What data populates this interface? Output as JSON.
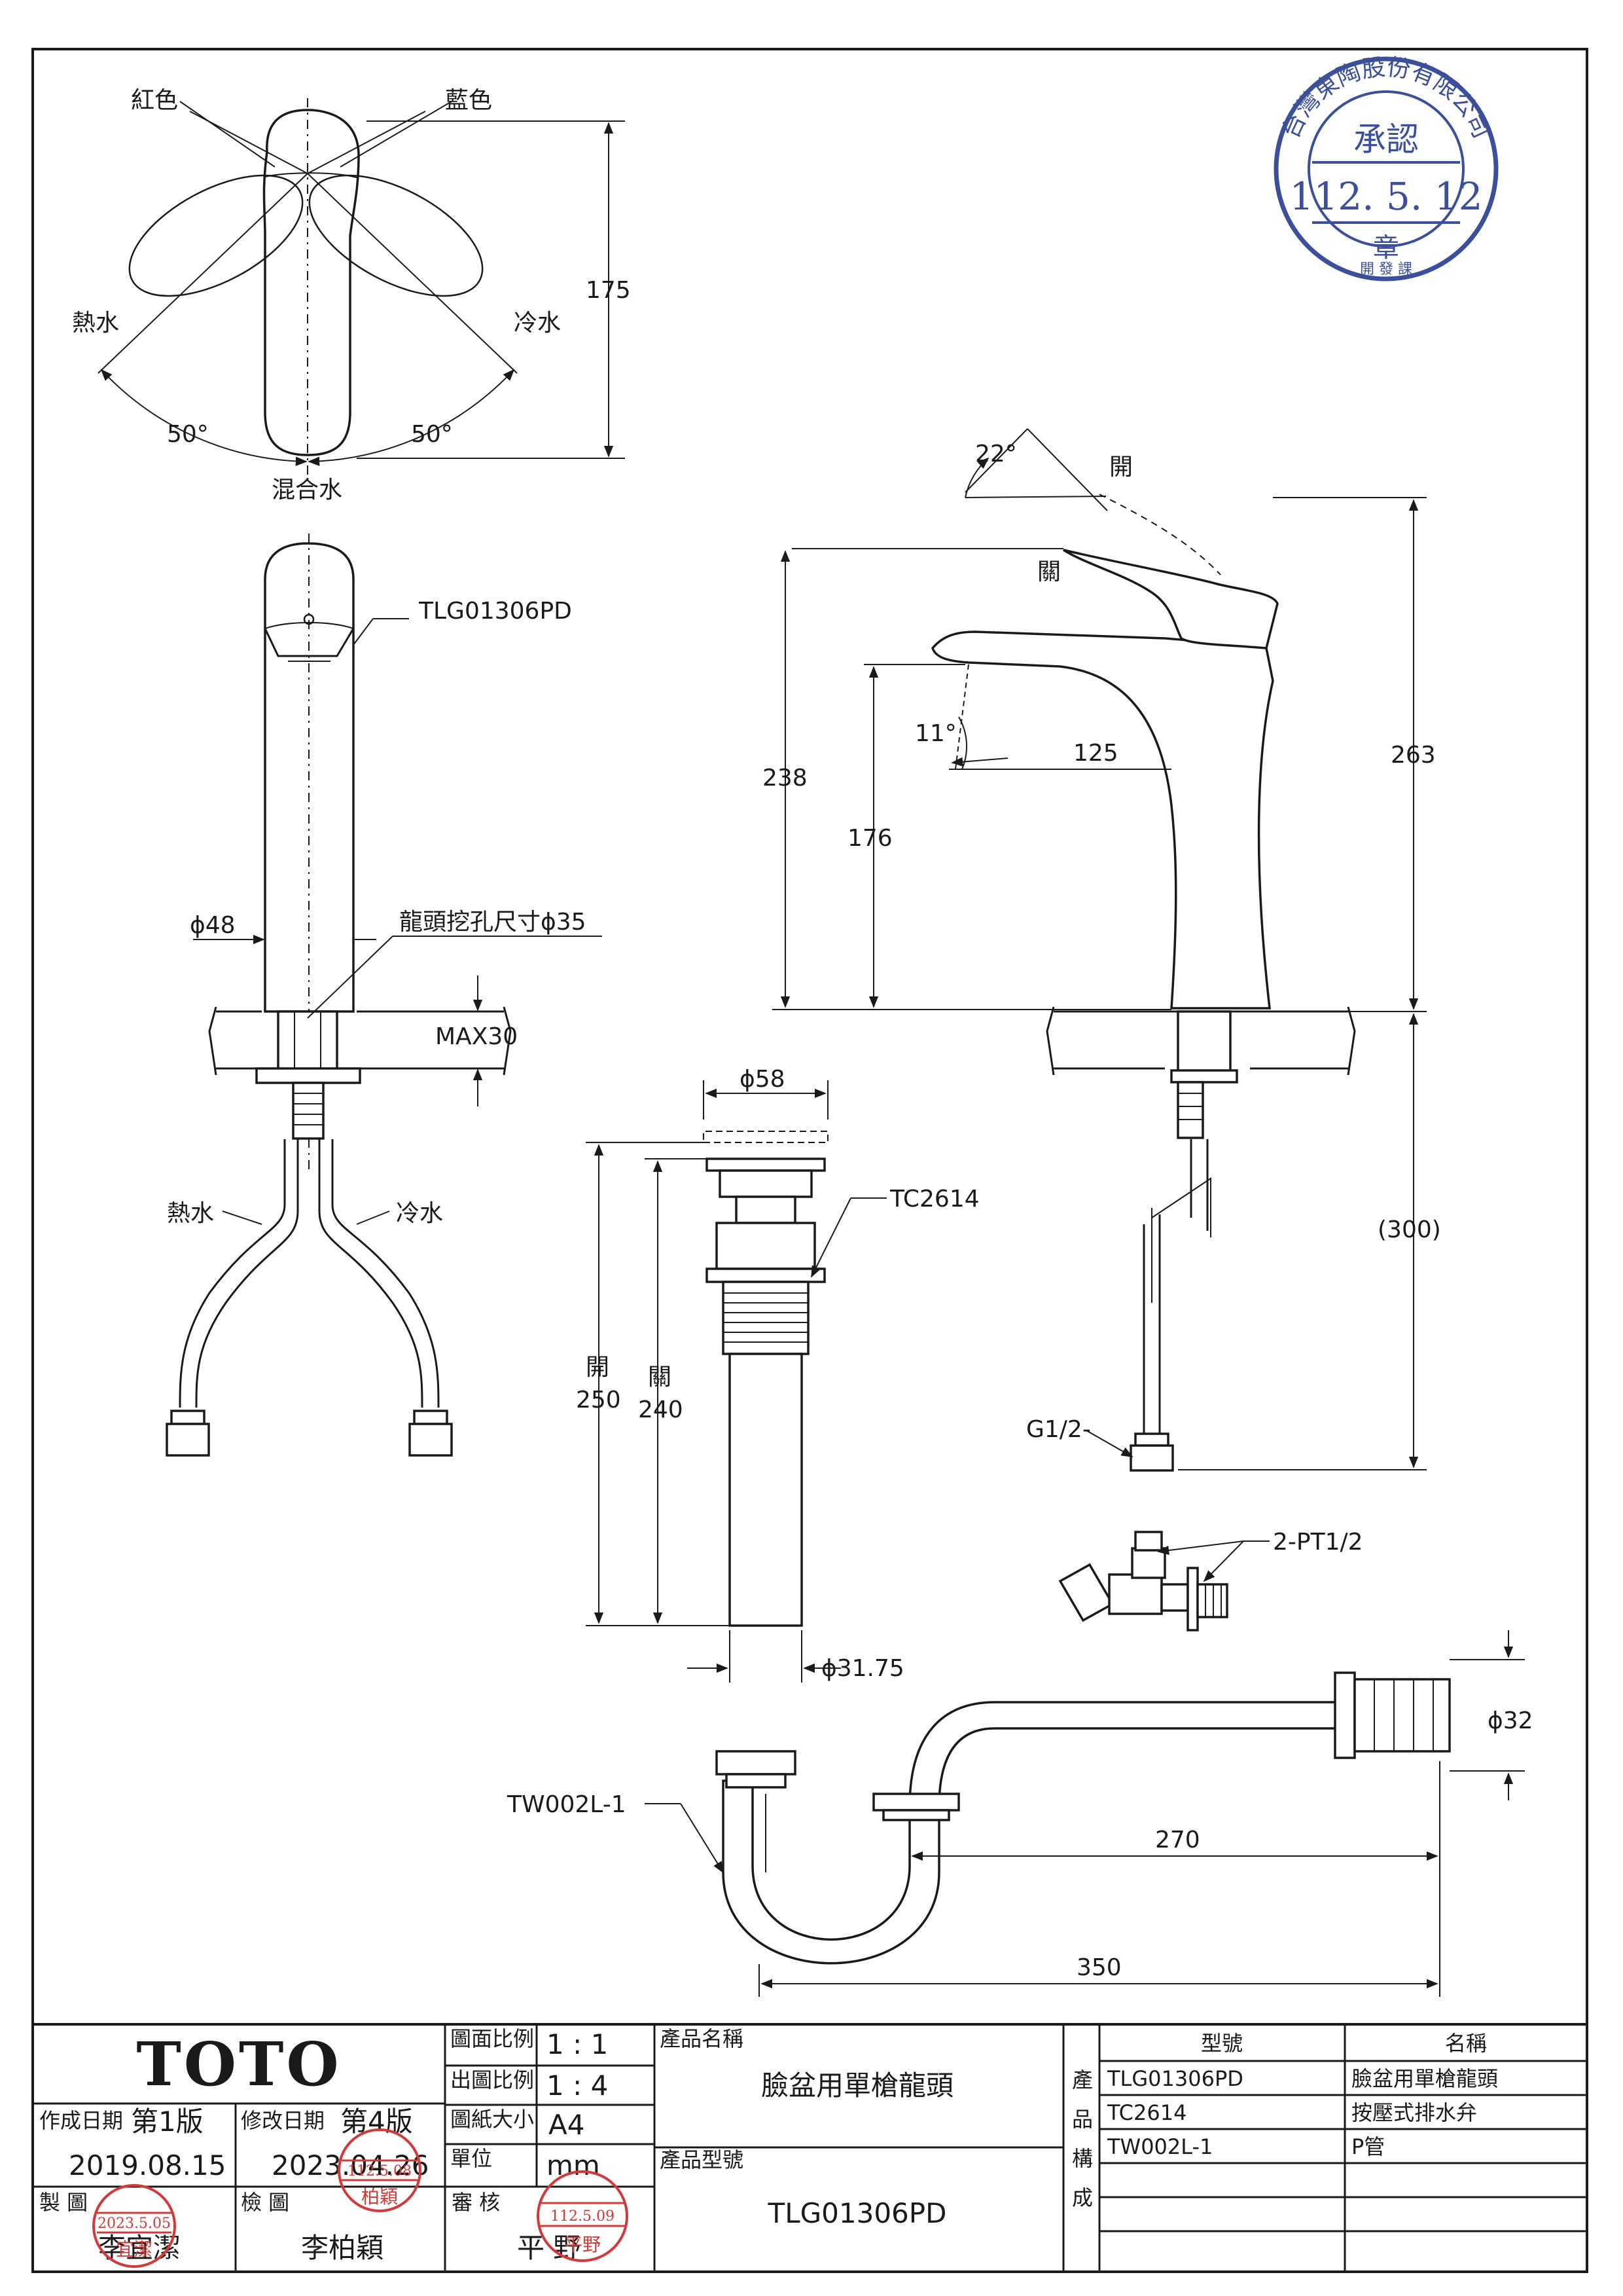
{
  "stamp_approval": {
    "ring_text": "台灣東陶股份有限公司",
    "title": "承認",
    "date": "112. 5. 12",
    "seal": "章",
    "dept": "開 發 課"
  },
  "top_view": {
    "red": "紅色",
    "blue": "藍色",
    "hot": "熱水",
    "cold": "冷水",
    "angle_left": "50°",
    "angle_right": "50°",
    "mixed": "混合水",
    "height": "175"
  },
  "front_view": {
    "model": "TLG01306PD",
    "diameter": "ϕ48",
    "hole": "龍頭挖孔尺寸ϕ35",
    "max": "MAX30",
    "hot": "熱水",
    "cold": "冷水"
  },
  "side_view": {
    "angle_open": "22°",
    "open": "開",
    "close": "關",
    "angle_spout": "11°",
    "reach": "125",
    "h238": "238",
    "h176": "176",
    "h263": "263",
    "h300": "(300)",
    "g12": "G1/2-"
  },
  "drain": {
    "top_dia": "ϕ58",
    "model": "TC2614",
    "open": "開",
    "open_val": "250",
    "close": "關",
    "close_val": "240",
    "pipe_dia": "ϕ31.75"
  },
  "valve": {
    "label": "2-PT1/2"
  },
  "trap": {
    "model": "TW002L-1",
    "dia": "ϕ32",
    "len270": "270",
    "len350": "350"
  },
  "title_block": {
    "brand": "TOTO",
    "scale_label": "圖面比例",
    "scale_value": "1 : 1",
    "print_label": "出圖比例",
    "print_value": "1 : 4",
    "paper_label": "圖紙大小",
    "paper_value": "A4",
    "unit_label": "單位",
    "unit_value": "mm",
    "created_label": "作成日期",
    "created_ver": "第1版",
    "created_date": "2019.08.15",
    "modified_label": "修改日期",
    "modified_ver": "第4版",
    "modified_date": "2023.04.26",
    "drawn_label": "製 圖",
    "drawn_name": "李宜潔",
    "checked_label": "檢 圖",
    "checked_name": "李柏穎",
    "approved_label": "審 核",
    "approved_name": "平 野",
    "product_name_label": "產品名稱",
    "product_name": "臉盆用單槍龍頭",
    "product_model_label": "產品型號",
    "product_model": "TLG01306PD",
    "composition_label": "產品構成",
    "col_model": "型號",
    "col_name": "名稱",
    "rows": [
      {
        "model": "TLG01306PD",
        "name": "臉盆用單槍龍頭"
      },
      {
        "model": "TC2614",
        "name": "按壓式排水弁"
      },
      {
        "model": "TW002L-1",
        "name": "P管"
      }
    ],
    "stamp1_date": "2023.5.05",
    "stamp1_name": "宜潔",
    "stamp2_date": "112.5.08",
    "stamp2_name": "柏穎",
    "stamp3_date": "112.5.09",
    "stamp3_name": "平野"
  }
}
